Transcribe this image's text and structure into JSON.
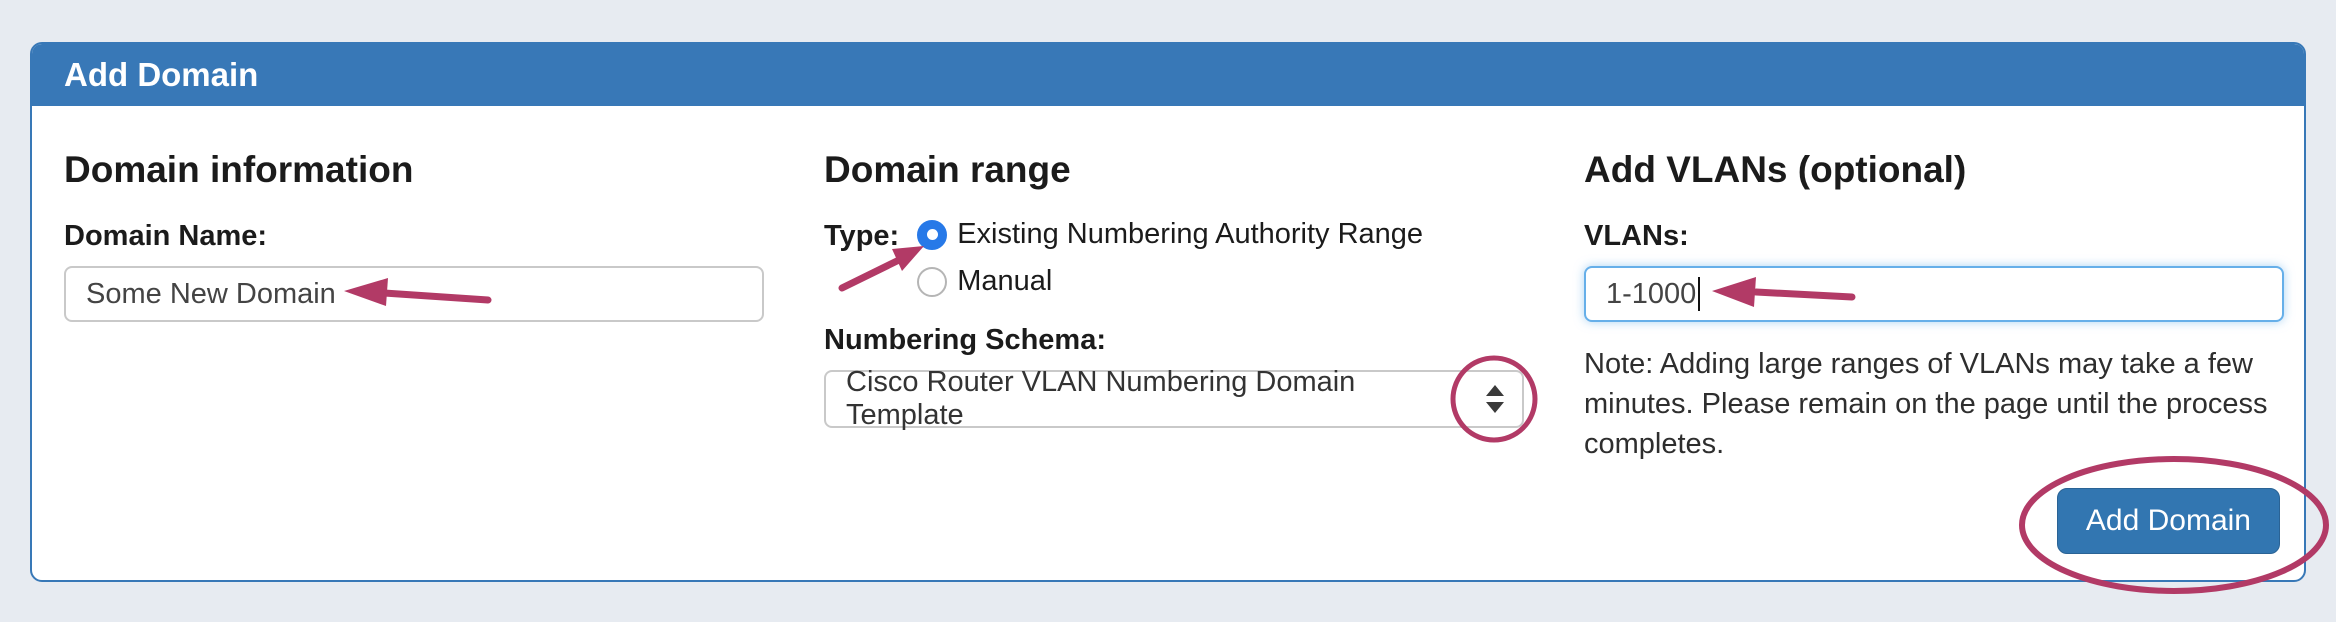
{
  "panel": {
    "title": "Add Domain"
  },
  "domain_information": {
    "heading": "Domain information",
    "name_label": "Domain Name:",
    "name_value": "Some New Domain"
  },
  "domain_range": {
    "heading": "Domain range",
    "type_label": "Type:",
    "radio_options": [
      {
        "label": "Existing Numbering Authority Range",
        "selected": true
      },
      {
        "label": "Manual",
        "selected": false
      }
    ],
    "schema_label": "Numbering Schema:",
    "schema_value": "Cisco Router VLAN Numbering Domain Template"
  },
  "add_vlans": {
    "heading": "Add VLANs (optional)",
    "vlans_label": "VLANs:",
    "vlans_value": "1-1000",
    "note": "Note: Adding large ranges of VLANs may take a few minutes. Please remain on the page until the process completes.",
    "button_label": "Add Domain"
  },
  "colors": {
    "page_bg": "#e7ebf1",
    "header_blue": "#3878b7",
    "panel_border": "#3878b7",
    "button_blue": "#3276b1",
    "focus_blue": "#66afe9",
    "radio_blue": "#2779e8",
    "annotation": "#b23a66",
    "text": "#222222"
  }
}
